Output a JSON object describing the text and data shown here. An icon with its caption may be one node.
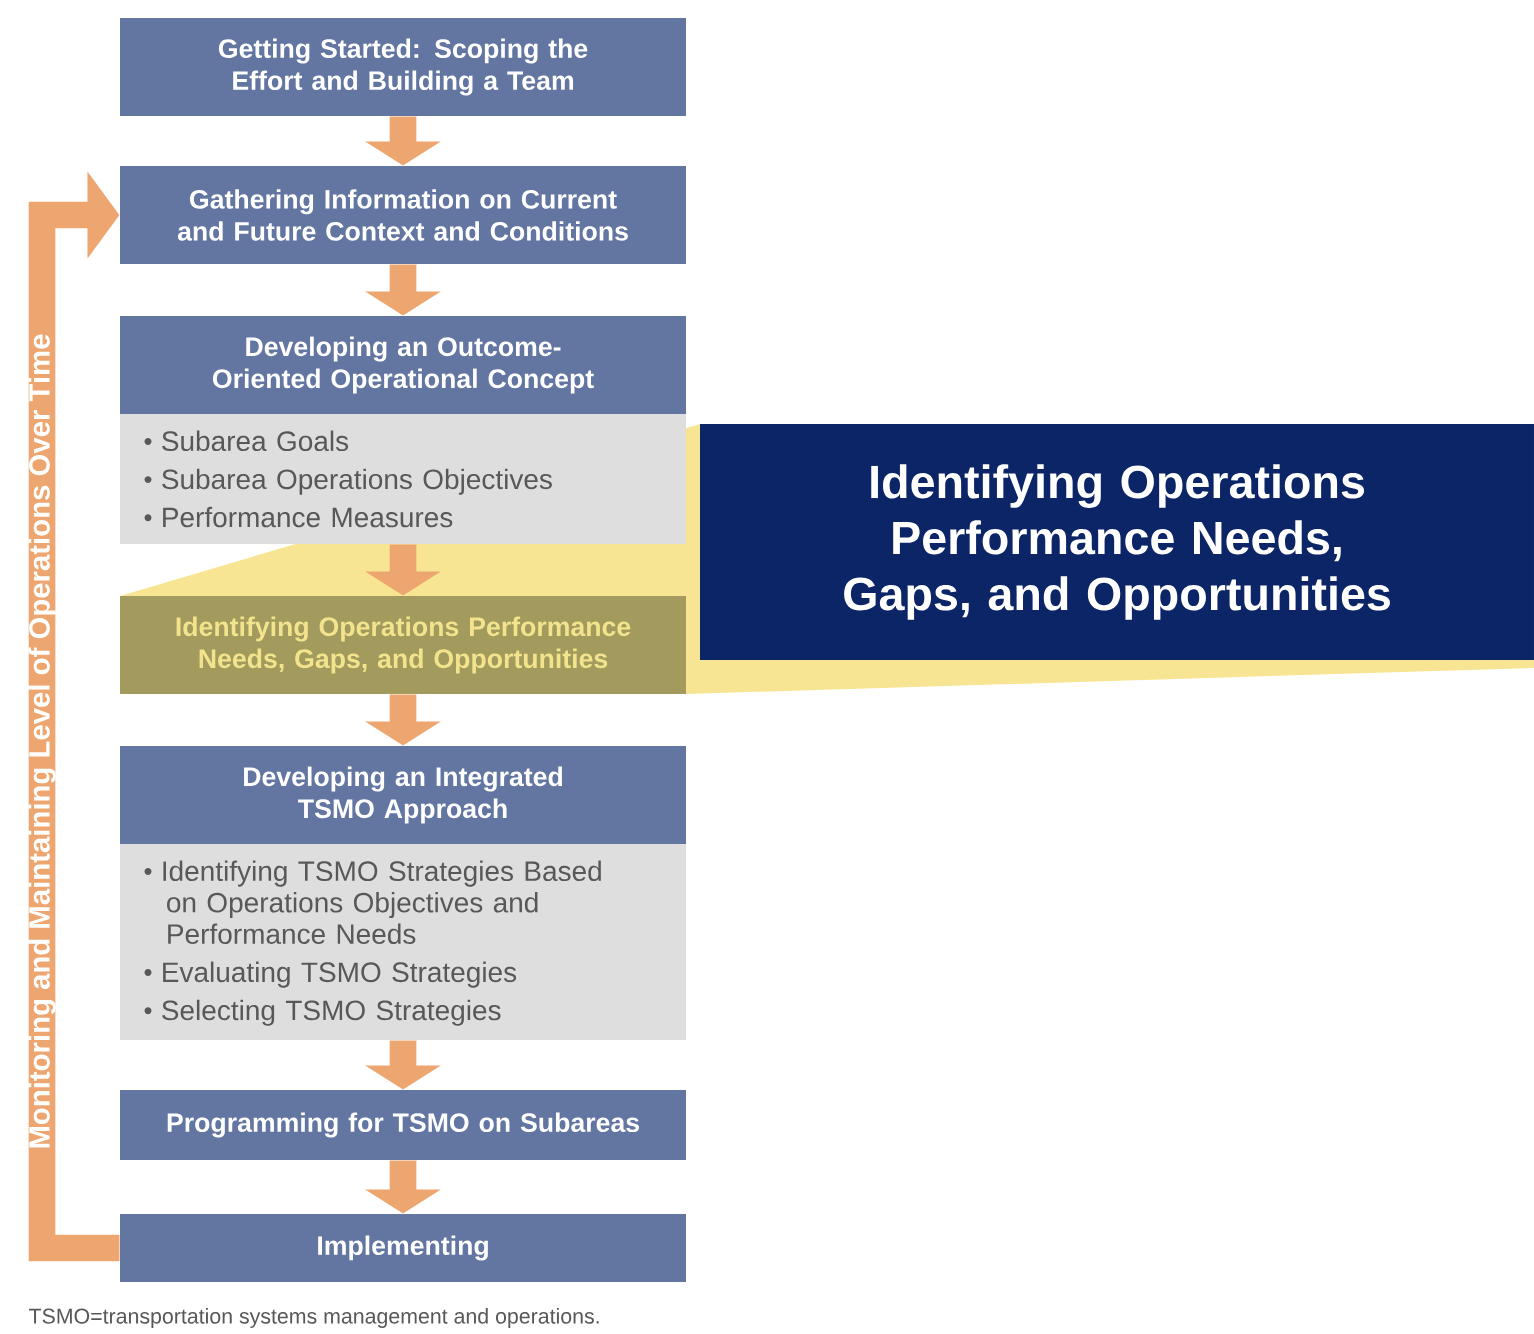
{
  "diagram": {
    "nodes": [
      {
        "text": [
          "Getting Started: Scoping the Effort and Building a Team"
        ]
      },
      {
        "text": [
          "Gathering Information on Current and Future Context and Conditions"
        ]
      },
      {
        "text": [
          "Developing an Outcome-Oriented Operational Concept",
          "Subarea Goals",
          "Subarea Operations Objectives",
          "Performance Measures"
        ]
      },
      {
        "text": [
          "Identifying Operations Performance Needs, Gaps, and Opportunities"
        ]
      },
      {
        "text": [
          "Identifying Operations Performance Needs, Gaps, and Opportunities"
        ]
      },
      {
        "text": [
          "Developing an Integrated TSMO Approach",
          "Identifying TSMO Strategies Based on Operations Objectives and Performance Needs",
          "Evaluating TSMO Strategies",
          "Selecting TSMO Strategies"
        ]
      },
      {
        "text": [
          "Programming for TSMO on Subareas"
        ]
      },
      {
        "text": [
          "Implementing"
        ]
      }
    ],
    "edges": [
      {
        "from": 0,
        "to": 1,
        "arrow": "to"
      },
      {
        "from": 1,
        "to": 2,
        "arrow": "to"
      },
      {
        "from": 2,
        "to": 3,
        "arrow": "to"
      },
      {
        "from": 3,
        "to": 5,
        "arrow": "to"
      },
      {
        "from": 5,
        "to": 6,
        "arrow": "to"
      },
      {
        "from": 6,
        "to": 7,
        "arrow": "to"
      },
      {
        "from": 7,
        "to": 1,
        "arrow": "to",
        "label": "Monitoring and Maintaining Level of Operations Over Time"
      }
    ],
    "labels": [
      "TSMO=transportation systems management and operations."
    ]
  }
}
